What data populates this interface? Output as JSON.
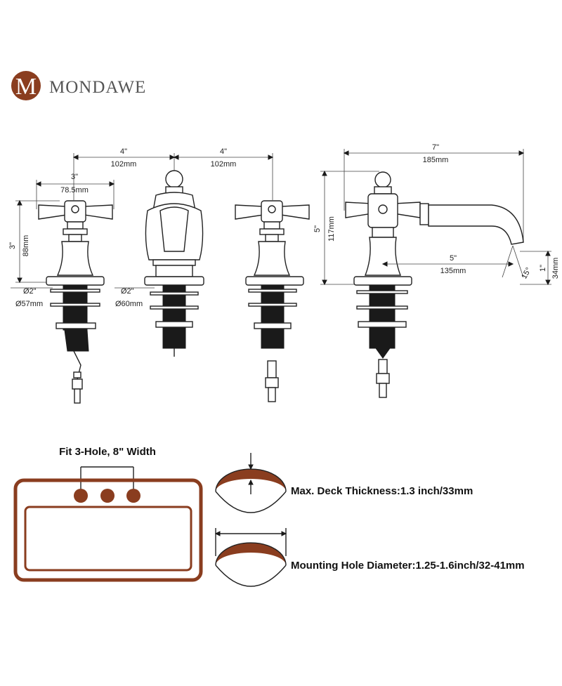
{
  "brand": {
    "name": "MONDAWE",
    "logo_letter": "M",
    "color": "#8a3d1f"
  },
  "dimensions": {
    "spacing_left_in": "4\"",
    "spacing_left_mm": "102mm",
    "spacing_right_in": "4\"",
    "spacing_right_mm": "102mm",
    "handle_width_in": "3\"",
    "handle_width_mm": "78.5mm",
    "handle_height_in": "3\"",
    "handle_height_mm": "88mm",
    "handle_base_in": "Ø2\"",
    "handle_base_mm": "Ø57mm",
    "spout_base_in": "Ø2\"",
    "spout_base_mm": "Ø60mm",
    "spout_length_in": "7\"",
    "spout_length_mm": "185mm",
    "total_height_in": "5\"",
    "total_height_mm": "117mm",
    "reach_in": "5\"",
    "reach_mm": "135mm",
    "spout_height_in": "1\"",
    "spout_height_mm": "34mm",
    "angle": "15°"
  },
  "install": {
    "fit_label": "Fit 3-Hole, 8\" Width",
    "deck_label": "Max. Deck Thickness:1.3 inch/33mm",
    "hole_label": "Mounting Hole Diameter:1.25-1.6inch/32-41mm"
  }
}
